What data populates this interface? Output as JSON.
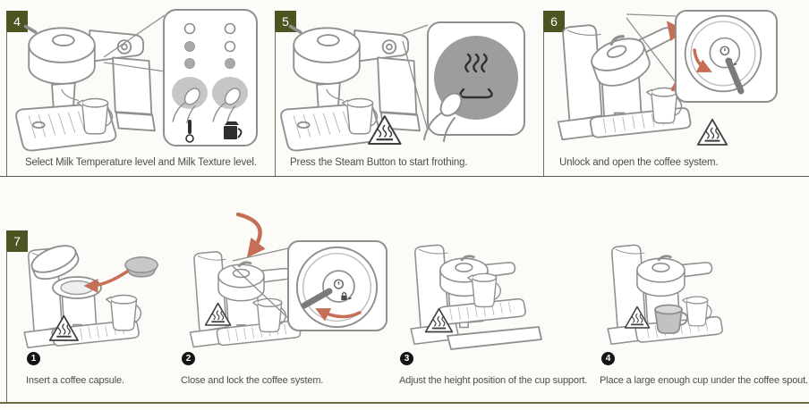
{
  "steps": [
    {
      "number": "4",
      "caption": "Select Milk Temperature level and Milk Texture level."
    },
    {
      "number": "5",
      "caption": "Press the Steam Button to start frothing."
    },
    {
      "number": "6",
      "caption": "Unlock and open the coffee system."
    },
    {
      "number": "7",
      "substeps": [
        {
          "number": "1",
          "caption": "Insert a coffee capsule."
        },
        {
          "number": "2",
          "caption": "Close and lock the coffee system."
        },
        {
          "number": "3",
          "caption": "Adjust the height position of the cup support."
        },
        {
          "number": "4",
          "caption": "Place a large enough cup under the coffee spout."
        }
      ]
    }
  ],
  "colors": {
    "step_badge": "#4e5322",
    "accent_arrow": "#c46f56",
    "caption_text": "#4f4e45",
    "divider_top": "#57564a",
    "divider_bottom": "#6d6c3e",
    "led_on": "#a9a9a9",
    "button_gray": "#c6c6c6",
    "steam_button": "#9d9d9d",
    "capsule_gray": "#b9b9b9",
    "line_art": "#8f8f8f"
  }
}
